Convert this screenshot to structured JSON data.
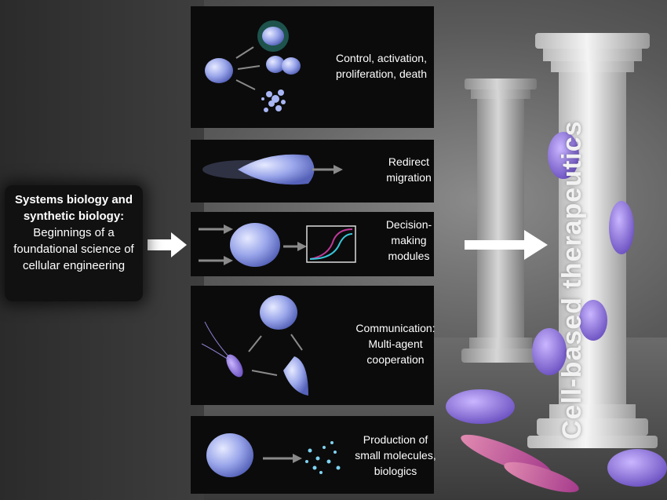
{
  "intro": {
    "title": "Systems biology and synthetic biology:",
    "subtitle": "Beginnings of a foundational science of cellular engineering"
  },
  "panels": [
    {
      "label": "Control, activation,\nproliferation, death"
    },
    {
      "label": "Redirect\nmigration"
    },
    {
      "label": "Decision-\nmaking\nmodules"
    },
    {
      "label": "Communication:\nMulti-agent\ncooperation"
    },
    {
      "label": "Production of\nsmall molecules,\nbiologics"
    }
  ],
  "pillar": {
    "label": "Cell-based therapeutics"
  },
  "colors": {
    "cell": "#9aa6ea",
    "glow": "#3fd9c6",
    "curve_cyan": "#38c6d9",
    "curve_magenta": "#c0399b",
    "purple_cell": "#8a6fd6"
  }
}
